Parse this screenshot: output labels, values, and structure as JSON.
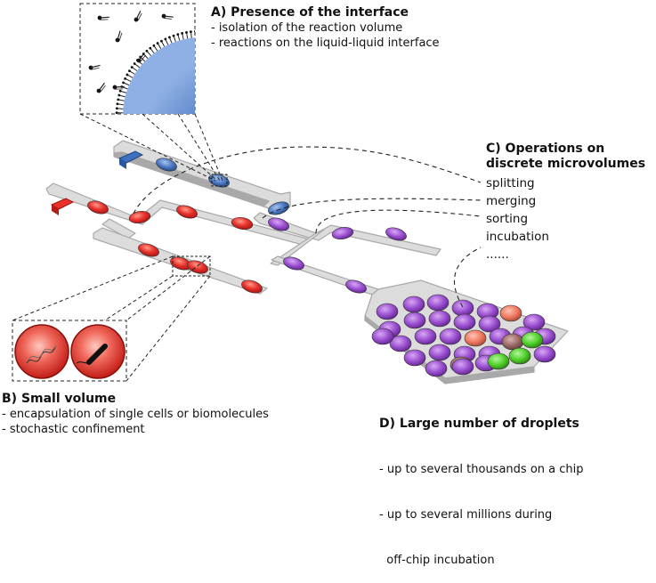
{
  "sections": {
    "a": {
      "title": "A) Presence of the interface",
      "lines": [
        "- isolation of the reaction volume",
        "- reactions on the liquid-liquid interface"
      ]
    },
    "b": {
      "title": "B) Small volume",
      "lines": [
        "- encapsulation of single cells or biomolecules",
        "- stochastic confinement"
      ]
    },
    "c": {
      "title_line1": "C) Operations on",
      "title_line2": "discrete microvolumes",
      "operations": [
        "splitting",
        "merging",
        "sorting",
        "incubation",
        "......"
      ]
    },
    "d": {
      "title": "D) Large number of droplets",
      "lines": [
        "- up to several thousands on a chip",
        "- up to several millions during",
        "  off-chip incubation"
      ]
    }
  },
  "colors": {
    "channel_top": "#dcdcdc",
    "channel_side": "#a9a9a9",
    "droplet_red": "#e8332d",
    "droplet_blue": "#4a78c2",
    "droplet_purple": "#9b4fd0",
    "droplet_green": "#4fd12a",
    "droplet_salmon": "#f07a62",
    "droplet_brown": "#9a6a66"
  },
  "icons": [
    "bacterium-icon",
    "dna-strand-icon",
    "surfactant-molecule-icon"
  ]
}
